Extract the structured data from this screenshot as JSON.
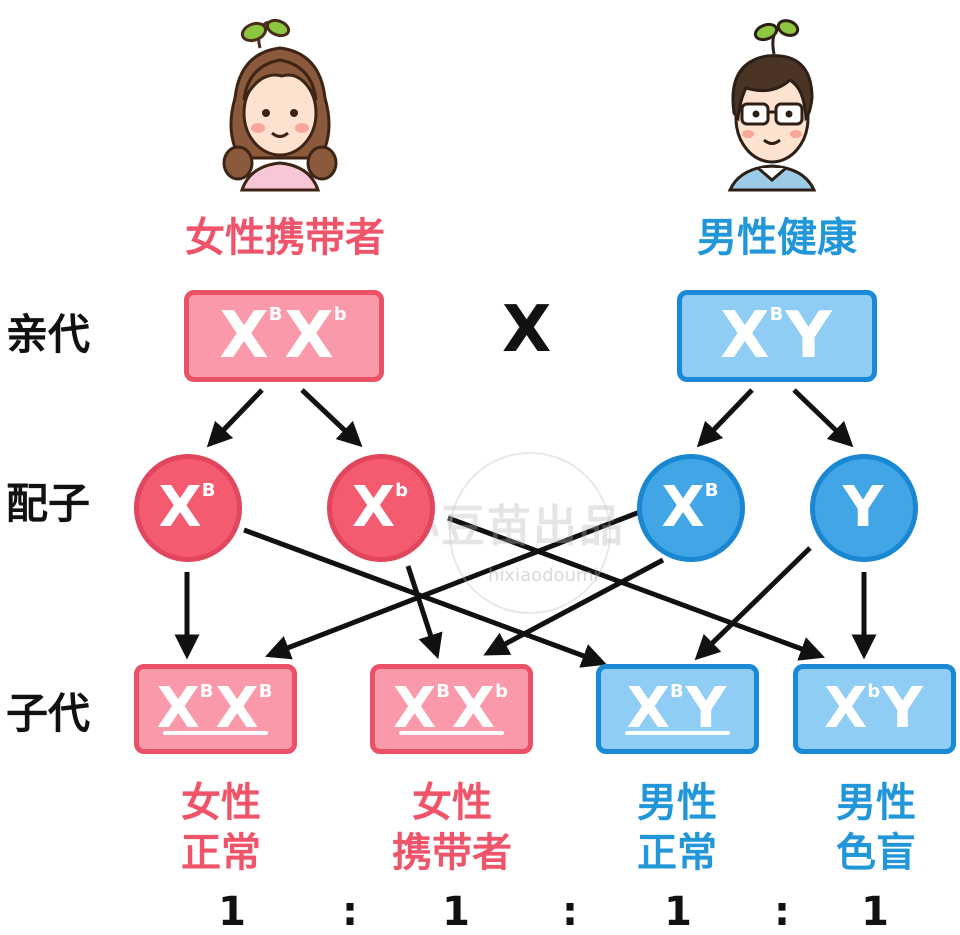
{
  "parents": {
    "mother": {
      "title": "女性携带者",
      "genotype": [
        {
          "base": "X",
          "sup": "B"
        },
        {
          "base": "X",
          "sup": "b"
        }
      ]
    },
    "cross_symbol": "X",
    "father": {
      "title": "男性健康",
      "genotype": [
        {
          "base": "X",
          "sup": "B"
        },
        {
          "base": "Y",
          "sup": ""
        }
      ]
    }
  },
  "generations": {
    "parent": "亲代",
    "gamete": "配子",
    "offspring": "子代"
  },
  "gametes": [
    {
      "base": "X",
      "sup": "B"
    },
    {
      "base": "X",
      "sup": "b"
    },
    {
      "base": "X",
      "sup": "B"
    },
    {
      "base": "Y",
      "sup": ""
    }
  ],
  "offspring": [
    {
      "genotype": [
        {
          "base": "X",
          "sup": "B"
        },
        {
          "base": "X",
          "sup": "B"
        }
      ],
      "line1": "女性",
      "line2": "正常"
    },
    {
      "genotype": [
        {
          "base": "X",
          "sup": "B"
        },
        {
          "base": "X",
          "sup": "b"
        }
      ],
      "line1": "女性",
      "line2": "携带者"
    },
    {
      "genotype": [
        {
          "base": "X",
          "sup": "B"
        },
        {
          "base": "Y",
          "sup": ""
        }
      ],
      "line1": "男性",
      "line2": "正常"
    },
    {
      "genotype": [
        {
          "base": "X",
          "sup": "b"
        },
        {
          "base": "Y",
          "sup": ""
        }
      ],
      "line1": "男性",
      "line2": "色盲"
    }
  ],
  "ratio": {
    "values": [
      "1",
      "1",
      "1",
      "1"
    ],
    "separator": ":"
  },
  "watermark": {
    "text": "小豆苗出品",
    "sub": "hixiaodoumi"
  },
  "colors": {
    "pink_fill": "#fa99a9",
    "pink_border": "#ea5066",
    "blue_fill": "#8fcdf5",
    "blue_border": "#1b8ad6",
    "pink_text": "#f0546a",
    "blue_text": "#2196d8"
  },
  "icons": {
    "mother": "girl-avatar-icon",
    "father": "boy-avatar-icon"
  }
}
